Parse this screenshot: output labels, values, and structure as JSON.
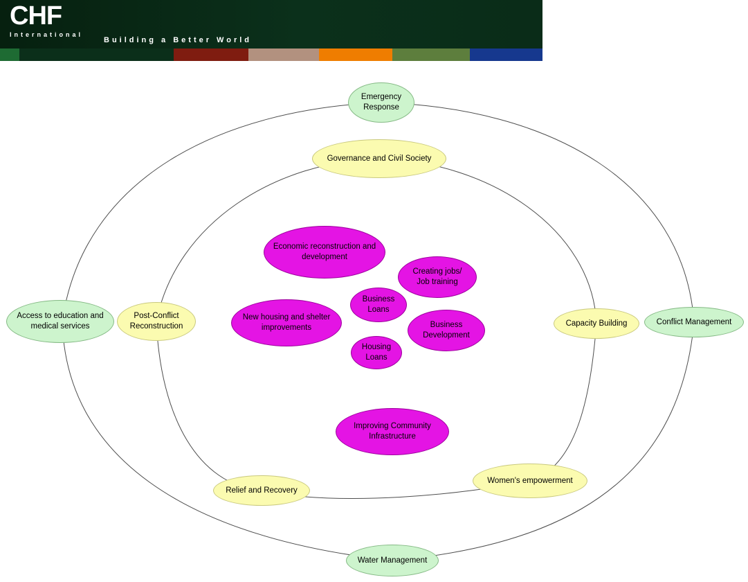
{
  "header": {
    "logo": "CHF",
    "logo_sub": "International",
    "tagline": "Building a Better World",
    "banner_color": "#0a2c18",
    "stripe_colors": [
      "#1e6b33",
      "#0b2f1a",
      "#7f1c10",
      "#b2917f",
      "#ef7d00",
      "#5d7e3d",
      "#16388e"
    ]
  },
  "palette": {
    "outer_ring_fill": "#cdf4cd",
    "middle_ring_fill": "#fbfbb0",
    "inner_cluster_fill": "#e414e4",
    "line_color": "#4d4d4d"
  },
  "diagram": {
    "nodes": [
      {
        "id": "emergency-response",
        "label": "Emergency Response",
        "group": "outer"
      },
      {
        "id": "governance-and-civil-society",
        "label": "Governance and Civil Society",
        "group": "middle"
      },
      {
        "id": "economic-reconstruction-and-development",
        "label": "Economic reconstruction and development",
        "group": "inner"
      },
      {
        "id": "creating-jobs-job-training",
        "label": "Creating jobs/ Job training",
        "group": "inner"
      },
      {
        "id": "business-loans",
        "label": "Business Loans",
        "group": "inner"
      },
      {
        "id": "new-housing-and-shelter-improvements",
        "label": "New housing and shelter improvements",
        "group": "inner"
      },
      {
        "id": "business-development",
        "label": "Business Development",
        "group": "inner"
      },
      {
        "id": "housing-loans",
        "label": "Housing Loans",
        "group": "inner"
      },
      {
        "id": "improving-community-infrastructure",
        "label": "Improving Community Infrastructure",
        "group": "inner"
      },
      {
        "id": "access-to-education-and-medical-services",
        "label": "Access to education and medical services",
        "group": "outer"
      },
      {
        "id": "post-conflict-reconstruction",
        "label": "Post-Conflict Reconstruction",
        "group": "middle"
      },
      {
        "id": "capacity-building",
        "label": "Capacity Building",
        "group": "middle"
      },
      {
        "id": "conflict-management",
        "label": "Conflict Management",
        "group": "outer"
      },
      {
        "id": "relief-and-recovery",
        "label": "Relief and Recovery",
        "group": "middle"
      },
      {
        "id": "womens-empowerment",
        "label": "Women's empowerment",
        "group": "middle"
      },
      {
        "id": "water-management",
        "label": "Water Management",
        "group": "outer"
      }
    ]
  }
}
